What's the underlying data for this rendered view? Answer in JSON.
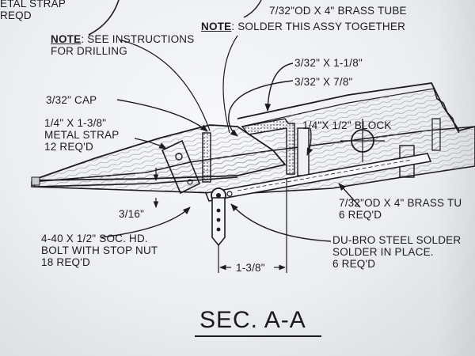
{
  "labels": {
    "metal_strap_top_line1": "ETAL STRAP",
    "metal_strap_top_line2": "REQD",
    "tube_top": "7/32\"OD X 4\" BRASS TUBE",
    "note1_prefix": "NOTE",
    "note1_text": ": SEE INSTRUCTIONS",
    "note1_line2": "FOR DRILLING",
    "note2_prefix": "NOTE",
    "note2_text": ": SOLDER THIS ASSY TOGETHER",
    "dim_3_32_x_1_1_8": "3/32\" X 1-1/8\"",
    "dim_3_32_x_7_8": "3/32\" X 7/8\"",
    "cap": "3/32\" CAP",
    "strap_line1": "1/4\" X 1-3/8\"",
    "strap_line2": "METAL STRAP",
    "strap_line3": "12 REQ'D",
    "block": "1/4\"X 1/2\" BLOCK",
    "dim_3_16": "3/16\"",
    "tube_right_line1": "7/32\"OD X 4\" BRASS TU",
    "tube_right_line2": "6 REQ'D",
    "bolt_line1": "4-40 X 1/2\" SOC. HD.",
    "bolt_line2": "BOLT WITH STOP NUT",
    "bolt_line3": "18 REQ'D",
    "dubro_line1": "DU-BRO STEEL SOLDER",
    "dubro_line2": "SOLDER IN PLACE.",
    "dubro_line3": "6 REQ'D",
    "dim_1_3_8": "1-3/8\"",
    "section_title": "SEC. A-A"
  },
  "colors": {
    "ink": "#1c1c1f",
    "paper": "#eceef1"
  }
}
